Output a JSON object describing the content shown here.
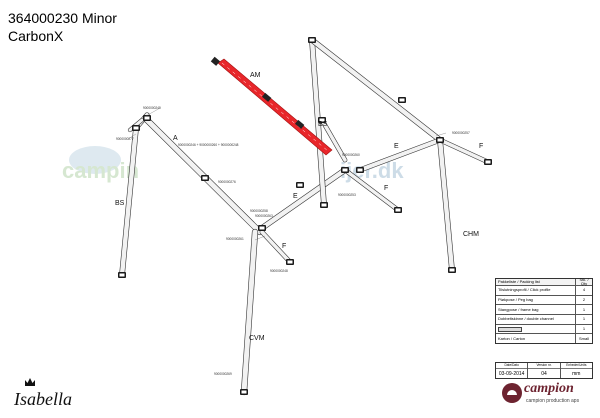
{
  "header": {
    "title_line1": "364000230 Minor",
    "title_line2": "CarbonX"
  },
  "watermark": {
    "text_left": "campin",
    "text_right": "ijer.dk"
  },
  "labels": {
    "AM": "AM",
    "BS_right": "BS",
    "A_left": "A",
    "BS_left": "BS",
    "E_mid": "E",
    "E_right": "E",
    "F_right": "F",
    "F_center": "F",
    "F_low": "F",
    "CHM": "CHM",
    "CVM": "CVM"
  },
  "part_numbers": {
    "p1": "9000000249",
    "p2": "9000000277",
    "p3": "9000000246 + 9000000260 + 9000000248",
    "p4": "9000000257",
    "p5": "9000000260",
    "p6": "9000000253",
    "p7": "9000000276",
    "p8": "9000000258",
    "p9": "9000000263",
    "p10": "9000000261",
    "p11": "9000000269",
    "p12": "9000000248"
  },
  "packing_list": {
    "head_left": "Pakkeliste / Packing list",
    "head_right": "Stk. / Qty",
    "rows": [
      {
        "desc": "Tilslutningsprofil / Click profile",
        "qty": "4"
      },
      {
        "desc": "Pløkpose / Peg bag",
        "qty": "2"
      },
      {
        "desc": "Stangpose / frame bag",
        "qty": "1"
      },
      {
        "desc": "Dobbeltskinne / double channel",
        "qty": "1"
      },
      {
        "desc": "",
        "qty": "1",
        "icon": "strap-icon"
      },
      {
        "desc": "Karton / Carton",
        "qty": "Small"
      }
    ]
  },
  "footer_table": {
    "cols": [
      {
        "head": "Date/Dato",
        "value": "03-09-2014"
      },
      {
        "head": "Version nr.",
        "value": "04"
      },
      {
        "head": "Enheder/Units",
        "value": "mm"
      }
    ]
  },
  "logos": {
    "isabella": "Isabella",
    "campion": "campion",
    "campion_sub": "campion production aps"
  },
  "colors": {
    "highlight": "#e8262a",
    "tube_fill": "#f2f2f2",
    "tube_stroke": "#333333",
    "joint": "#111111",
    "brand": "#6d2330"
  }
}
